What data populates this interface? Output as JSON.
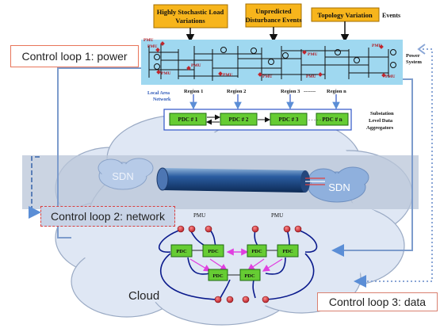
{
  "events": {
    "load": [
      "Highly Stochastic Load",
      "Variations"
    ],
    "disturbance": [
      "Unpredicted",
      "Disturbance Events"
    ],
    "topology": "Topology Variation",
    "suffix": "Events"
  },
  "power_system": {
    "label": [
      "Power",
      "System"
    ],
    "pmu": "PMU"
  },
  "local_area_network": [
    "Local Area",
    "Network"
  ],
  "regions": [
    "Region 1",
    "Region 2",
    "Region 3",
    "Region n"
  ],
  "pdcs": [
    "PDC # 1",
    "PDC # 2",
    "PDC # 3",
    "PDC # n"
  ],
  "pdc_dashes": "- - - - -",
  "region_dashes": "-------",
  "aggregators": [
    "Substation",
    "Level Data",
    "Aggregators"
  ],
  "sdn": {
    "left": "SDN",
    "right": "SDN"
  },
  "cloud": "Cloud",
  "pmu_labels": [
    "PMU",
    "PMU"
  ],
  "cloud_pdc": "PDC",
  "loops": {
    "power": "Control loop 1: power",
    "network": "Control loop 2: network",
    "data": "Control loop 3: data"
  },
  "colors": {
    "event_box": "#f7b51c",
    "power_panel": "#9fd8f0",
    "pdc_green": "#66cc33",
    "cloud_fill": "#dfe7f4",
    "band": "#b9c6d8",
    "loop_border_power": "#e8755a",
    "loop_border_data": "#d98070",
    "pmu_red": "#c0262d",
    "arrow_blue": "#5b8ed6",
    "arrow_magenta": "#e040e0",
    "wire_navy": "#0a1a8c"
  }
}
